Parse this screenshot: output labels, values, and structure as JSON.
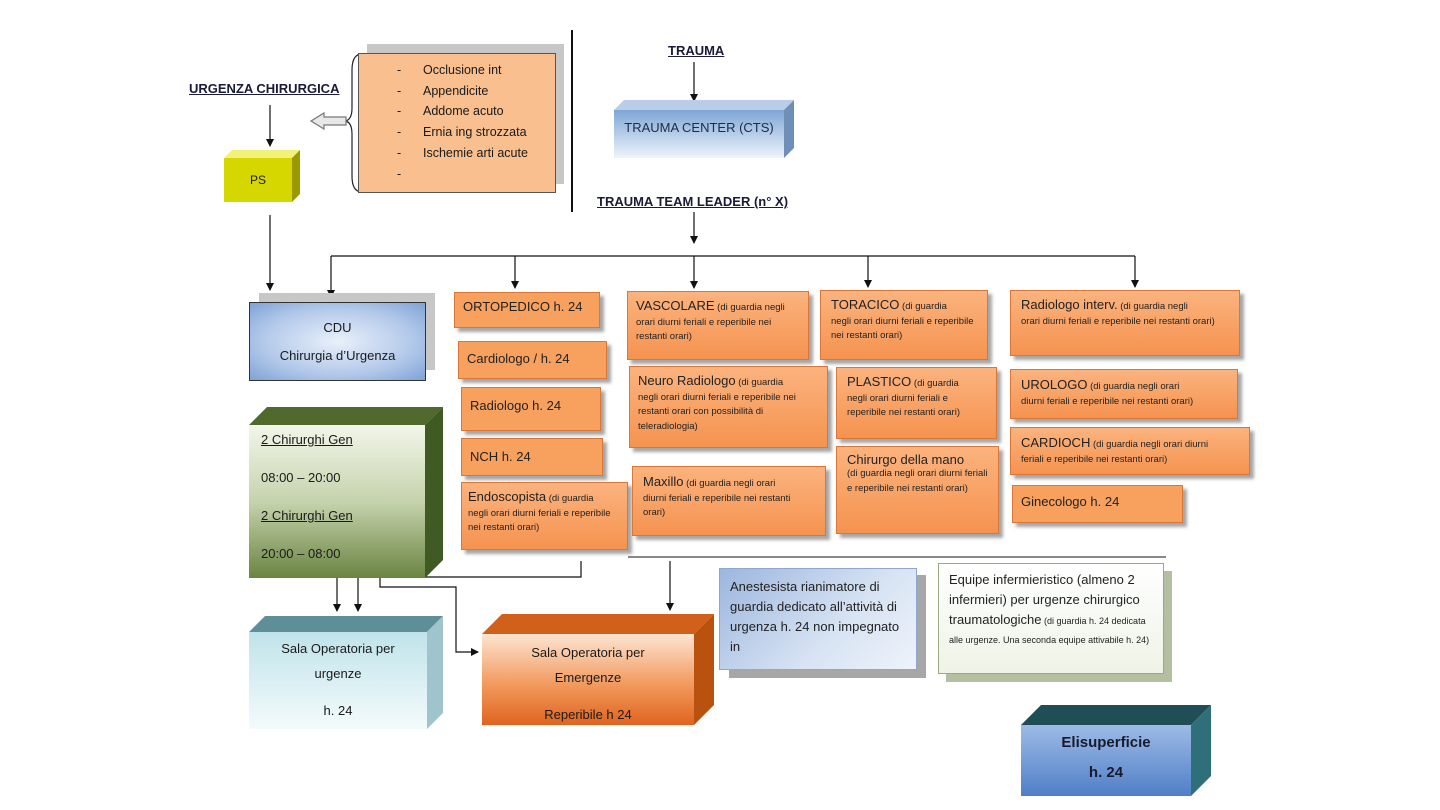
{
  "headers": {
    "urgenza": "URGENZA CHIRURGICA",
    "trauma": "TRAUMA",
    "team_leader": "TRAUMA TEAM LEADER (n° X)"
  },
  "conditions": {
    "dash": "-",
    "items": [
      "Occlusione int",
      "Appendicite",
      "Addome acuto",
      "Ernia ing strozzata",
      "Ischemie arti acute",
      ""
    ]
  },
  "ps": {
    "label": "PS"
  },
  "trauma_center": {
    "label": "TRAUMA CENTER (CTS)"
  },
  "cdu": {
    "title": "CDU",
    "subtitle": "Chirurgia d’Urgenza"
  },
  "chirurghi": {
    "line1": "2 Chirurghi Gen",
    "time1": "08:00 – 20:00",
    "line2": "2 Chirurghi Gen",
    "time2": "20:00 – 08:00"
  },
  "specialists": {
    "ortopedico": {
      "title": "ORTOPEDICO h. 24"
    },
    "cardiologo": {
      "title": "Cardiologo / h. 24"
    },
    "radiologo": {
      "title": "Radiologo h. 24"
    },
    "nch": {
      "title": "NCH h. 24"
    },
    "endoscopista": {
      "title": "Endoscopista",
      "note_inline": " (di guardia",
      "note": "negli orari diurni feriali e reperibile nei restanti orari)"
    },
    "vascolare": {
      "title": "VASCOLARE",
      "note_inline": " (di guardia negli",
      "note": "orari diurni feriali e reperibile nei restanti orari)"
    },
    "neuro": {
      "title": "Neuro Radiologo",
      "note_inline": " (di guardia",
      "note": "negli orari diurni feriali e reperibile nei restanti orari con possibilità di teleradiologia)"
    },
    "maxillo": {
      "title": "Maxillo",
      "note_inline": " (di guardia negli orari",
      "note": "diurni feriali e reperibile nei restanti orari)"
    },
    "toracico": {
      "title": "TORACICO",
      "note_inline": " (di guardia",
      "note": "negli orari diurni feriali e reperibile nei restanti orari)"
    },
    "plastico": {
      "title": "PLASTICO",
      "note_inline": " (di guardia",
      "note": "negli orari diurni feriali e reperibile nei restanti orari)"
    },
    "mano": {
      "title": "Chirurgo della mano",
      "note": "(di guardia negli orari diurni feriali e reperibile nei restanti orari)"
    },
    "radiologo_interv": {
      "title": "Radiologo interv.",
      "note_inline": " (di guardia negli",
      "note": "orari diurni feriali e reperibile nei restanti orari)"
    },
    "urologo": {
      "title": "UROLOGO",
      "note_inline": " (di guardia negli orari",
      "note": "diurni feriali e reperibile nei restanti orari)"
    },
    "cardioch": {
      "title": "CARDIOCH",
      "note_inline": " (di guardia negli orari diurni",
      "note": "feriali e reperibile nei restanti orari)"
    },
    "ginecologo": {
      "title": "Ginecologo h. 24"
    }
  },
  "sala_urgenze": {
    "line1": "Sala Operatoria per",
    "line2": "urgenze",
    "line3": "h. 24"
  },
  "sala_emergenze": {
    "line1": "Sala Operatoria per",
    "line2": "Emergenze",
    "line3": "Reperibile h 24"
  },
  "anestesista": {
    "text": "Anestesista rianimatore di guardia dedicato all’attività di urgenza h. 24 non impegnato in"
  },
  "equipe": {
    "text": "Equipe infermieristico (almeno 2 infermieri) per urgenze chirurgico traumatologiche",
    "note": " (di guardia h. 24 dedicata alle urgenze. Una seconda equipe attivabile h. 24)"
  },
  "elisuperficie": {
    "line1": "Elisuperficie",
    "line2": "h. 24"
  },
  "colors": {
    "orange": "#f8a05e",
    "peach": "#f9bf8f",
    "ps_yellow": "#d6d600",
    "green": "#5f7a3c",
    "teal_dark": "#2f6f7a",
    "orange_dark": "#d0601a"
  }
}
